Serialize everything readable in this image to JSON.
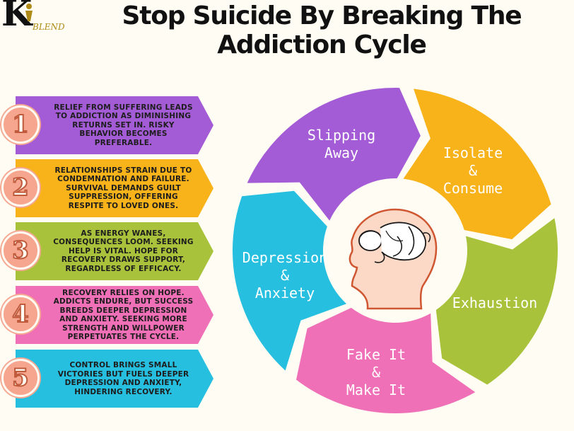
{
  "logo": {
    "letter": "K",
    "text": "BLEND"
  },
  "title": [
    "Stop Suicide By Breaking The",
    "Addiction Cycle"
  ],
  "steps": [
    {
      "number": "1",
      "color": "#a45cd6",
      "text": "RELIEF FROM SUFFERING LEADS TO ADDICTION AS DIMINISHING RETURNS SET IN. RISKY BEHAVIOR BECOMES PREFERABLE."
    },
    {
      "number": "2",
      "color": "#f8b21a",
      "text": "RELATIONSHIPS STRAIN DUE TO CONDEMNATION AND FAILURE. SURVIVAL DEMANDS GUILT SUPPRESSION, OFFERING RESPITE TO LOVED ONES."
    },
    {
      "number": "3",
      "color": "#a8c33b",
      "text": "AS ENERGY WANES, CONSEQUENCES LOOM. SEEKING HELP IS VITAL. HOPE FOR RECOVERY DRAWS SUPPORT, REGARDLESS OF EFFICACY."
    },
    {
      "number": "4",
      "color": "#f070b8",
      "text": "RECOVERY RELIES ON HOPE. ADDICTS ENDURE, BUT SUCCESS BREEDS DEEPER DEPRESSION AND ANXIETY. SEEKING MORE STRENGTH AND WILLPOWER PERPETUATES THE CYCLE."
    },
    {
      "number": "5",
      "color": "#27bfe0",
      "text": "CONTROL BRINGS SMALL VICTORIES BUT FUELS DEEPER DEPRESSION AND ANXIETY, HINDERING RECOVERY."
    }
  ],
  "cycle": [
    {
      "label": [
        "Slipping",
        "Away"
      ],
      "color": "#a45cd6"
    },
    {
      "label": [
        "Isolate",
        "&",
        "Consume"
      ],
      "color": "#f8b21a"
    },
    {
      "label": [
        "Exhaustion"
      ],
      "color": "#a8c33b"
    },
    {
      "label": [
        "Fake It",
        "&",
        "Make It"
      ],
      "color": "#f070b8"
    },
    {
      "label": [
        "Depression",
        "&",
        "Anxiety"
      ],
      "color": "#27bfe0"
    }
  ],
  "colors": {
    "background": "#fffdf3",
    "badge": "#f6a58f",
    "head_outline": "#cf5630"
  }
}
